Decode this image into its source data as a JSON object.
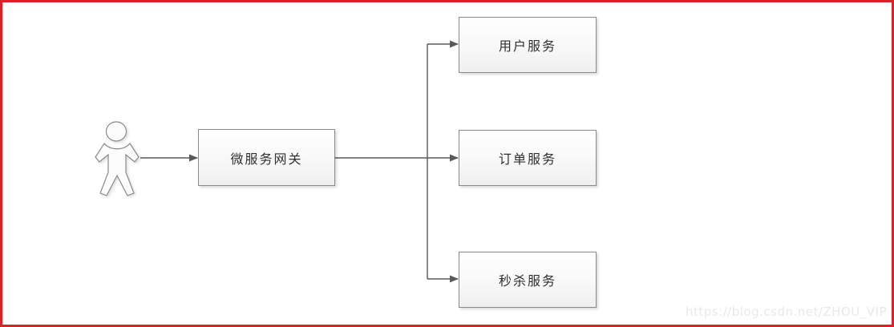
{
  "diagram": {
    "nodes": [
      {
        "id": "gateway",
        "label": "微服务网关"
      },
      {
        "id": "user-service",
        "label": "用户服务"
      },
      {
        "id": "order-service",
        "label": "订单服务"
      },
      {
        "id": "seckill-service",
        "label": "秒杀服务"
      }
    ],
    "actor": {
      "icon": "person-icon"
    },
    "edges": [
      {
        "from": "actor",
        "to": "gateway"
      },
      {
        "from": "gateway",
        "to": "user-service"
      },
      {
        "from": "gateway",
        "to": "order-service"
      },
      {
        "from": "gateway",
        "to": "seckill-service"
      }
    ],
    "watermark": "https://blog.csdn.net/ZHOU_VIP",
    "colors": {
      "frame_border": "#d9222a",
      "connector": "#595959",
      "node_border": "#8a8a8a",
      "node_fill_top": "#ffffff",
      "node_fill_bottom": "#efefef",
      "text": "#2f2f2f",
      "watermark": "#e9e9e9"
    }
  }
}
